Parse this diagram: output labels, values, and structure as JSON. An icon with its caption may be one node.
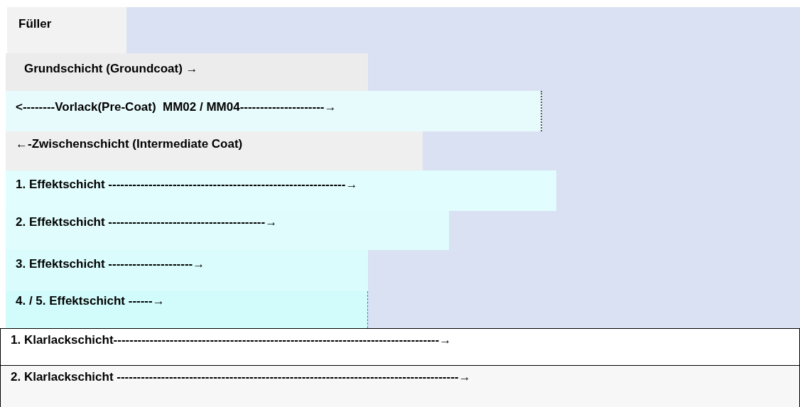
{
  "diagram": {
    "nodes": [
      {
        "text": [
          "Füller"
        ]
      },
      {
        "text": [
          "Grundschicht (Groundcoat) →"
        ]
      },
      {
        "text": [
          "<--------Vorlack(Pre-Coat)  MM02 / MM04---------------------→"
        ]
      },
      {
        "text": [
          "←-Zwischenschicht (Intermediate Coat)"
        ]
      },
      {
        "text": [
          "1. Effektschicht -----------------------------------------------------------→"
        ]
      },
      {
        "text": [
          "2. Effektschicht ---------------------------------------→"
        ]
      },
      {
        "text": [
          "3. Effektschicht ---------------------→"
        ]
      },
      {
        "text": [
          "4. / 5. Effektschicht ------→"
        ]
      },
      {
        "text": [
          "1. Klarlackschicht---------------------------------------------------------------------------------→"
        ]
      },
      {
        "text": [
          "2. Klarlackschicht -------------------------------------------------------------------------------------→"
        ]
      }
    ]
  }
}
